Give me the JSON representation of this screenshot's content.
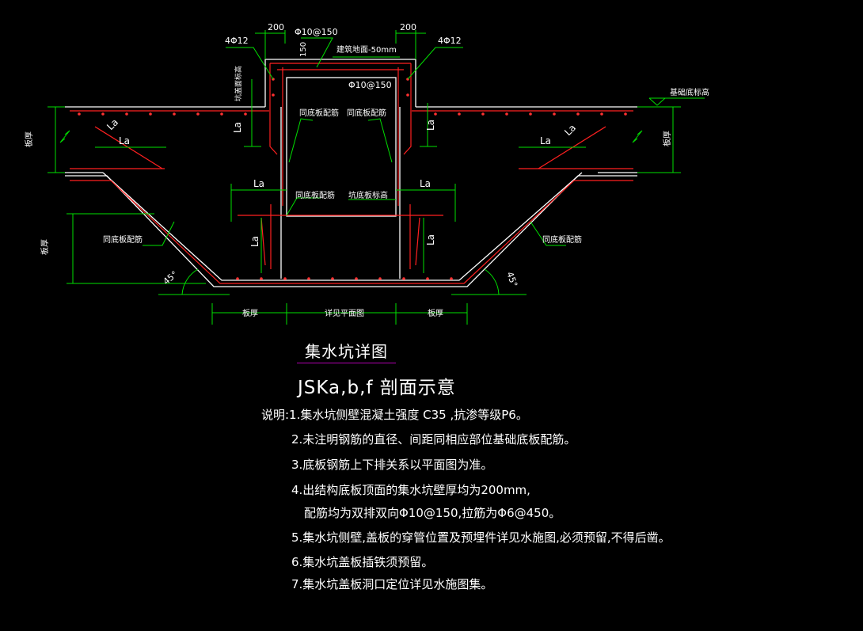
{
  "colors": {
    "background": "#000000",
    "dimension": "#00ff00",
    "concrete_outline": "#ffffff",
    "rebar": "#ff0000",
    "hatch": "#ff3030",
    "title_underline": "#b000b0"
  },
  "dimensions": {
    "top_left_200": "200",
    "top_right_200": "200",
    "cover_150": "150",
    "dim_La": "La",
    "slab_thickness": "板厚",
    "see_plan": "详见平面图"
  },
  "rebar_labels": {
    "left_4phi12": "4Φ12",
    "right_4phi12": "4Φ12",
    "phi10_150_top": "Φ10@150",
    "phi10_150_inner": "Φ10@150",
    "finish_floor": "建筑地面-50mm",
    "pit_cover_elev": "坑盖面标高",
    "same_bottom_rebar_1": "同底板配筋",
    "same_bottom_rebar_2": "同底板配筋",
    "same_bottom_rebar_3": "同底板配筋",
    "pit_bottom_elev": "坑底板标高",
    "left_slope_rebar": "同底板配筋",
    "right_slope_rebar": "同底板配筋",
    "foundation_bottom_elev": "基础底标高"
  },
  "angles": {
    "left": "45°",
    "right": "45°"
  },
  "title": {
    "main": "集水坑详图",
    "sub": "JSKa,b,f 剖面示意"
  },
  "notes": [
    "说明:1.集水坑侧壁混凝土强度 C35 ,抗渗等级P6。",
    "2.未注明钢筋的直径、间距同相应部位基础底板配筋。",
    "3.底板钢筋上下排关系以平面图为准。",
    "4.出结构底板顶面的集水坑壁厚均为200mm,",
    "配筋均为双排双向Φ10@150,拉筋为Φ6@450。",
    "5.集水坑侧壁,盖板的穿管位置及预埋件详见水施图,必须预留,不得后凿。",
    "6.集水坑盖板插铁须预留。",
    "7.集水坑盖板洞口定位详见水施图集。"
  ]
}
